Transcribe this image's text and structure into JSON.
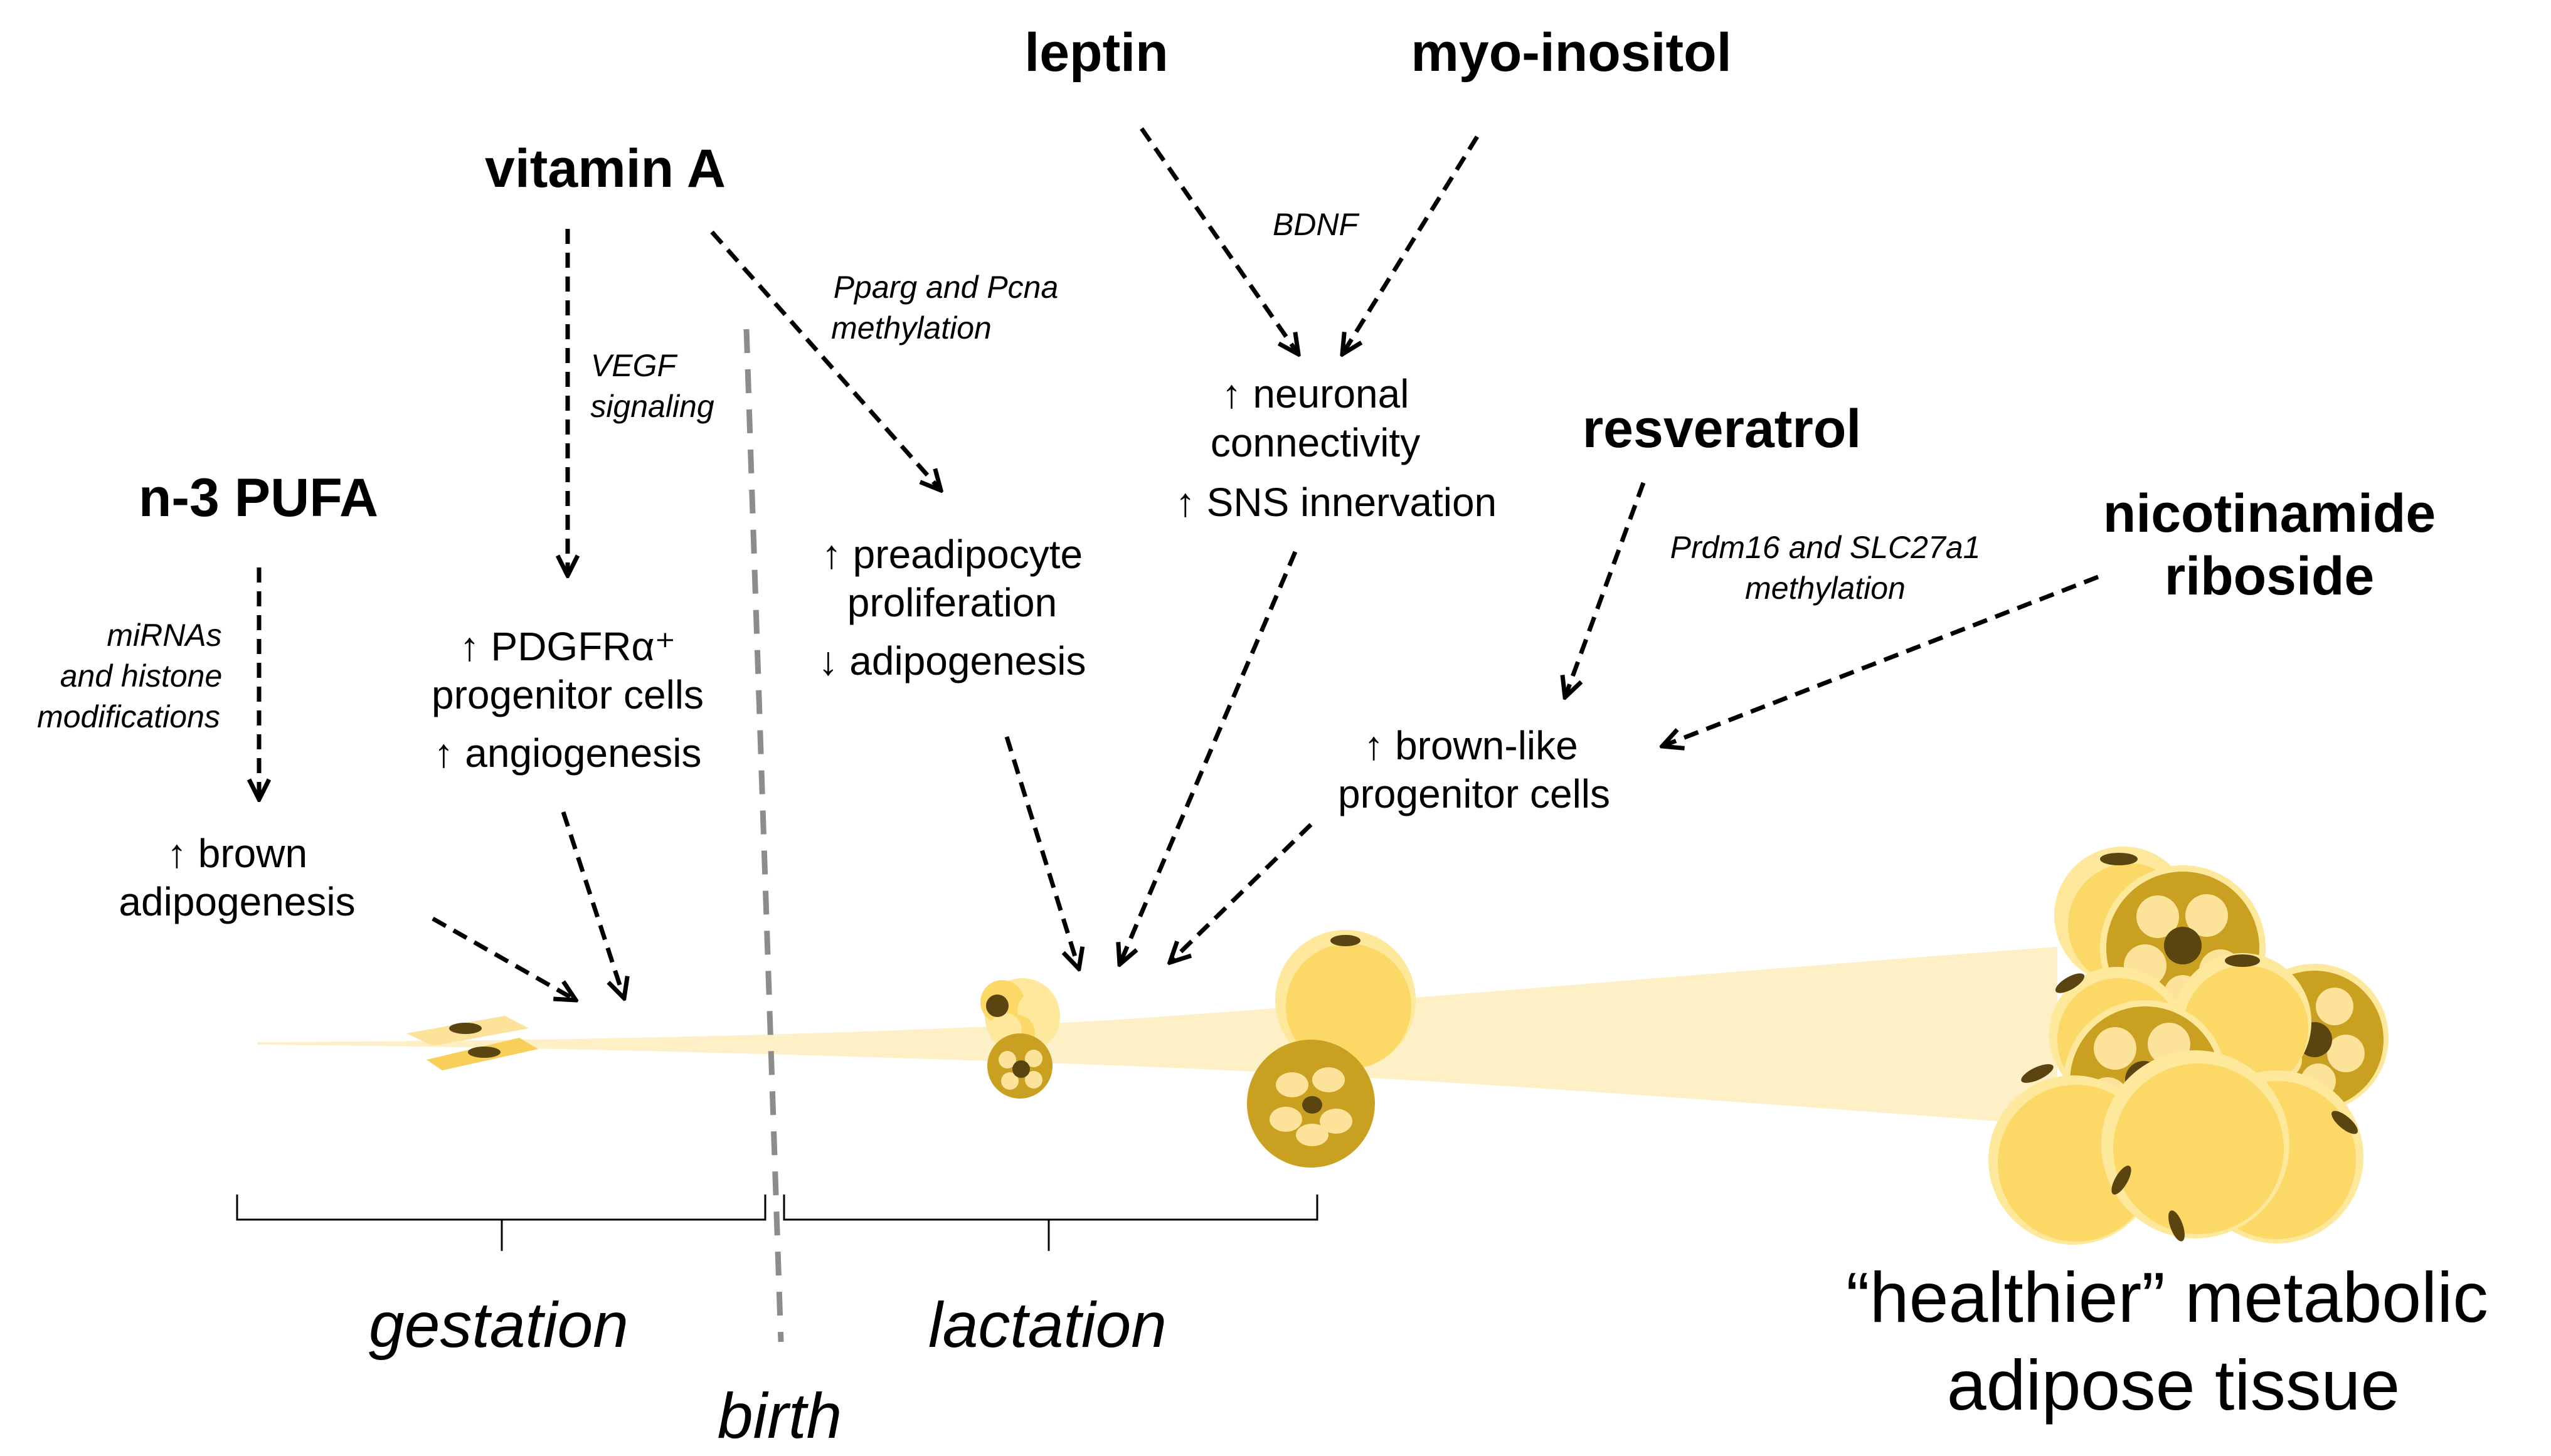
{
  "nutrients": {
    "vitamin_a": "vitamin A",
    "n3_pufa": "n-3 PUFA",
    "leptin": "leptin",
    "myo_inositol": "myo-inositol",
    "resveratrol": "resveratrol",
    "nicotinamide_riboside_line1": "nicotinamide",
    "nicotinamide_riboside_line2": "riboside"
  },
  "mechanisms": {
    "vegf_line1": "VEGF",
    "vegf_line2": "signaling",
    "pparg_line1": "Pparg and Pcna",
    "pparg_line2": "methylation",
    "bdnf": "BDNF",
    "mirna_line1": "miRNAs",
    "mirna_line2": "and histone",
    "mirna_line3": "modifications",
    "prdm16_line1": "Prdm16 and SLC27a1",
    "prdm16_line2": "methylation"
  },
  "effects": {
    "pdgfra_line1": "↑ PDGFRα⁺",
    "pdgfra_line2": "progenitor cells",
    "angiogenesis": "↑ angiogenesis",
    "preadipocyte_line1": "↑ preadipocyte",
    "preadipocyte_line2": "proliferation",
    "adipogenesis_down": "↓ adipogenesis",
    "neuronal_line1": "↑ neuronal",
    "neuronal_line2": "connectivity",
    "sns": "↑ SNS innervation",
    "brown_line1": "↑ brown",
    "brown_line2": "adipogenesis",
    "brownlike_line1": "↑ brown-like",
    "brownlike_line2": "progenitor cells"
  },
  "periods": {
    "gestation": "gestation",
    "lactation": "lactation",
    "birth": "birth"
  },
  "outcome": {
    "line1": "“healthier” metabolic",
    "line2": "adipose tissue"
  },
  "colors": {
    "stream": "#fdefc6",
    "cell_light": "#fcd866",
    "cell_highlight": "#fde89b",
    "cell_dark": "#c9a020",
    "cell_dark_fill": "#a37d10",
    "nucleus": "#5a4410",
    "arrow": "#000000",
    "birth_line": "#8c8c8c"
  }
}
